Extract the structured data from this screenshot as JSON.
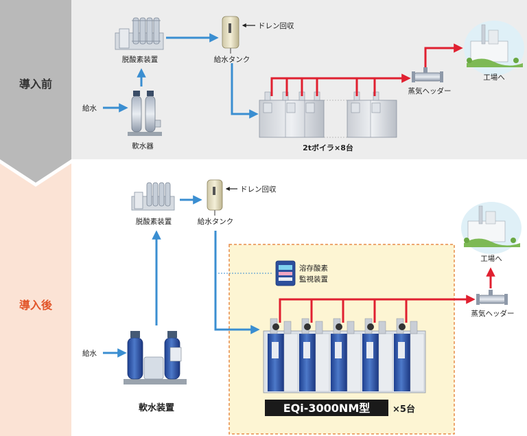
{
  "sections": {
    "before_label": "導入前",
    "after_label": "導入後"
  },
  "before": {
    "deaerator": "脱酸素装置",
    "feed_tank": "給水タンク",
    "drain_return": "ドレン回収",
    "factory": "工場へ",
    "steam_header": "蒸気ヘッダー",
    "feed_water": "給水",
    "softener": "軟水器",
    "boilers_caption": "2tボイラ×8台"
  },
  "after": {
    "deaerator": "脱酸素装置",
    "feed_tank": "給水タンク",
    "drain_return": "ドレン回収",
    "factory": "工場へ",
    "do_monitor_line1": "溶存酸素",
    "do_monitor_line2": "監視装置",
    "steam_header": "蒸気ヘッダー",
    "feed_water": "給水",
    "softener": "軟水装置",
    "model_name": "EQi-3000NM型",
    "model_count": "×5台"
  },
  "colors": {
    "before_band": "#b9b9b9",
    "after_band": "#fbe3d5",
    "after_label": "#e2562a",
    "before_bg": "#ededed",
    "highlight_bg": "#fdf5d3",
    "highlight_border": "#e78b49",
    "water_arrow": "#3a8ed1",
    "steam_pipe": "#e02030"
  }
}
